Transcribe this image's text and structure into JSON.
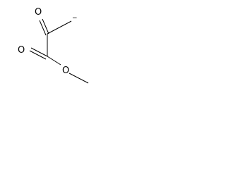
{
  "molecule": {
    "atoms": {
      "ketone_oxygen": "O",
      "ester_carbonyl_oxygen": "O",
      "ester_ether_oxygen": "O"
    },
    "charge": "−"
  },
  "colors": {
    "bond": "#000000",
    "label": "#000000",
    "background": "#ffffff"
  }
}
